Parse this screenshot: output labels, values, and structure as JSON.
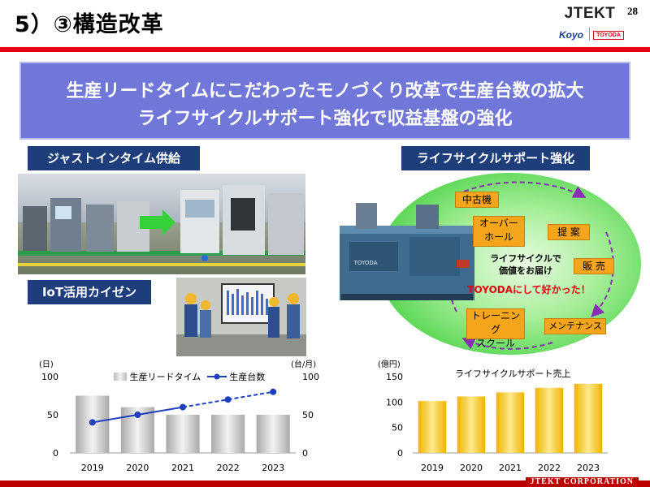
{
  "title": "5）③構造改革",
  "page_number": "28",
  "logo": {
    "brand": "JTEKT",
    "sub1": "Koyo",
    "sub2": "TOYODA"
  },
  "banner": {
    "line1": "生産リードタイムにこだわったモノづくり改革で生産台数の拡大",
    "line2": "ライフサイクルサポート強化で収益基盤の強化"
  },
  "labels": {
    "jit": "ジャストインタイム供給",
    "iot": "IoT活用カイゼン",
    "lifecycle": "ライフサイクルサポート強化"
  },
  "cycle": {
    "used": "中古機",
    "overhaul": "オーバー\nホール",
    "proposal": "提 案",
    "sales": "販 売",
    "training": "トレーニング\nスクール",
    "maintenance": "メンテナンス",
    "center1": "ライフサイクルで",
    "center2": "価値をお届け",
    "slogan": "TOYODAにして好かった！",
    "machine_brand": "TOYODA"
  },
  "footer": "JTEKT CORPORATION",
  "colors": {
    "accent_red": "#e60012",
    "banner": "#7177d9",
    "label": "#1e3d7b",
    "line": "#1f3fbf",
    "gold": "#f5c21b",
    "cycle_bg": "#6ee06a"
  },
  "chart_data": [
    {
      "type": "bar",
      "categories": [
        "2019",
        "2020",
        "2021",
        "2022",
        "2023"
      ],
      "left_unit": "(日)",
      "right_unit": "(台/月)",
      "ylim": [
        0,
        100
      ],
      "y_ticks": [
        "0",
        "50",
        "100"
      ],
      "series": [
        {
          "name": "生産リードタイム",
          "type": "bar",
          "values": [
            75,
            60,
            50,
            50,
            50
          ]
        },
        {
          "name": "生産台数",
          "type": "line",
          "values": [
            40,
            50,
            60,
            70,
            80
          ],
          "dashed_from": 2
        }
      ]
    },
    {
      "type": "bar",
      "title": "ライフサイクルサポート売上",
      "unit": "(億円)",
      "categories": [
        "2019",
        "2020",
        "2021",
        "2022",
        "2023"
      ],
      "ylim": [
        0,
        150
      ],
      "y_ticks": [
        "0",
        "50",
        "100",
        "150"
      ],
      "values": [
        102,
        111,
        119,
        128,
        136
      ]
    }
  ]
}
